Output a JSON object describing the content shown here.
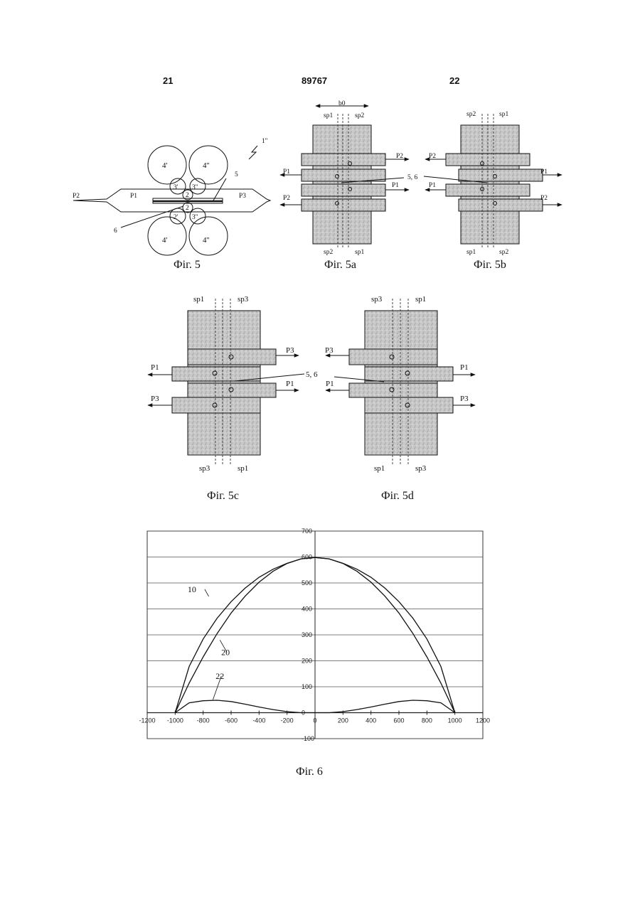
{
  "header": {
    "left_page": "21",
    "doc_number": "89767",
    "right_page": "22"
  },
  "fig5": {
    "caption": "Фiг. 5",
    "ref_stand": "1''",
    "rolls": [
      "4'",
      "4''",
      "3'",
      "3''",
      "2",
      "2",
      "2'",
      "3''",
      "4'",
      "4''"
    ],
    "labels": {
      "p1": "P1",
      "p2": "P2",
      "p3": "P3",
      "n5": "5",
      "n6": "6"
    }
  },
  "fig5a": {
    "caption": "Фiг. 5a",
    "b0": "b0",
    "top": [
      "sp1",
      "sp2"
    ],
    "bottom": [
      "sp2",
      "sp1"
    ],
    "arrows": [
      "P2",
      "P1",
      "P2",
      "P1"
    ],
    "callout": "5, 6"
  },
  "fig5b": {
    "caption": "Фiг. 5b",
    "top": [
      "sp2",
      "sp1"
    ],
    "bottom": [
      "sp1",
      "sp2"
    ],
    "arrows": [
      "P2",
      "P1",
      "P1",
      "P2"
    ]
  },
  "fig5c": {
    "caption": "Фiг. 5c",
    "top": [
      "sp1",
      "sp3"
    ],
    "bottom": [
      "sp3",
      "sp1"
    ],
    "arrows": [
      "P3",
      "P1",
      "P1",
      "P3"
    ],
    "callout": "5, 6"
  },
  "fig5d": {
    "caption": "Фiг. 5d",
    "top": [
      "sp3",
      "sp1"
    ],
    "bottom": [
      "sp1",
      "sp3"
    ],
    "arrows": [
      "P3",
      "P1",
      "P1",
      "P3"
    ]
  },
  "fig6": {
    "caption": "Фiг. 6"
  },
  "chart_data": {
    "type": "line",
    "title": "",
    "xlabel": "",
    "ylabel": "",
    "xlim": [
      -1200,
      1200
    ],
    "ylim": [
      -100,
      700
    ],
    "x_ticks": [
      -1200,
      -1000,
      -800,
      -600,
      -400,
      -200,
      0,
      200,
      400,
      600,
      800,
      1000,
      1200
    ],
    "y_ticks": [
      -100,
      0,
      100,
      200,
      300,
      400,
      500,
      600,
      700
    ],
    "grid": true,
    "series": [
      {
        "name": "10",
        "x": [
          -1000,
          -900,
          -800,
          -700,
          -600,
          -500,
          -400,
          -300,
          -200,
          -100,
          0,
          100,
          200,
          300,
          400,
          500,
          600,
          700,
          800,
          900,
          1000
        ],
        "y": [
          0,
          178,
          284,
          364,
          428,
          480,
          522,
          553,
          576,
          593,
          598,
          593,
          576,
          553,
          522,
          480,
          428,
          364,
          284,
          178,
          0
        ]
      },
      {
        "name": "20",
        "x": [
          -1000,
          -900,
          -800,
          -700,
          -600,
          -500,
          -400,
          -300,
          -200,
          -100,
          0,
          100,
          200,
          300,
          400,
          500,
          600,
          700,
          800,
          900,
          1000
        ],
        "y": [
          0,
          114,
          215,
          305,
          384,
          449,
          503,
          545,
          575,
          593,
          598,
          593,
          575,
          545,
          503,
          449,
          384,
          305,
          215,
          114,
          0
        ]
      },
      {
        "name": "22",
        "x": [
          -1000,
          -900,
          -800,
          -700,
          -600,
          -500,
          -400,
          -300,
          -200,
          -100,
          0,
          100,
          200,
          300,
          400,
          500,
          600,
          700,
          800,
          900,
          1000
        ],
        "y": [
          0,
          38,
          46,
          48,
          43,
          33,
          22,
          12,
          4,
          0,
          0,
          0,
          4,
          12,
          22,
          33,
          43,
          48,
          46,
          38,
          0
        ]
      }
    ]
  }
}
